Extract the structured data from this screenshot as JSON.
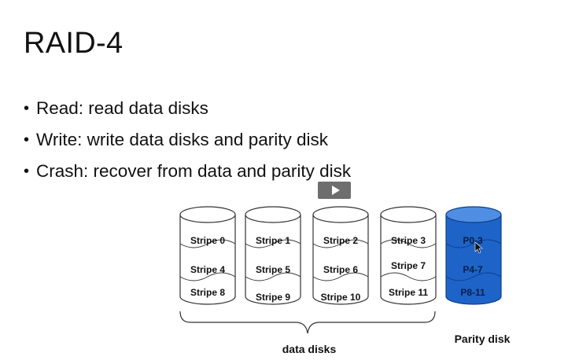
{
  "slide": {
    "title": "RAID-4",
    "bullets": [
      "Read: read data disks",
      "Write: write data disks and parity disk",
      "Crash: recover from data and parity disk"
    ]
  },
  "diagram": {
    "data_disks": [
      {
        "stripes": [
          "Stripe 0",
          "Stripe 4",
          "Stripe 8"
        ]
      },
      {
        "stripes": [
          "Stripe 1",
          "Stripe 5",
          "Stripe 9"
        ]
      },
      {
        "stripes": [
          "Stripe 2",
          "Stripe 6",
          "Stripe 10"
        ]
      },
      {
        "stripes": [
          "Stripe 3",
          "Stripe 7",
          "Stripe 11"
        ]
      }
    ],
    "parity_disk": {
      "blocks": [
        "P0-3",
        "P4-7",
        "P8-11"
      ]
    },
    "data_disks_label": "data disks",
    "parity_disk_label": "Parity disk",
    "colors": {
      "data_fill": "#ffffff",
      "data_stroke": "#333333",
      "parity_fill": "#1e63c8",
      "parity_top": "#4f8ee3",
      "parity_stroke": "#0d3f8a"
    }
  }
}
